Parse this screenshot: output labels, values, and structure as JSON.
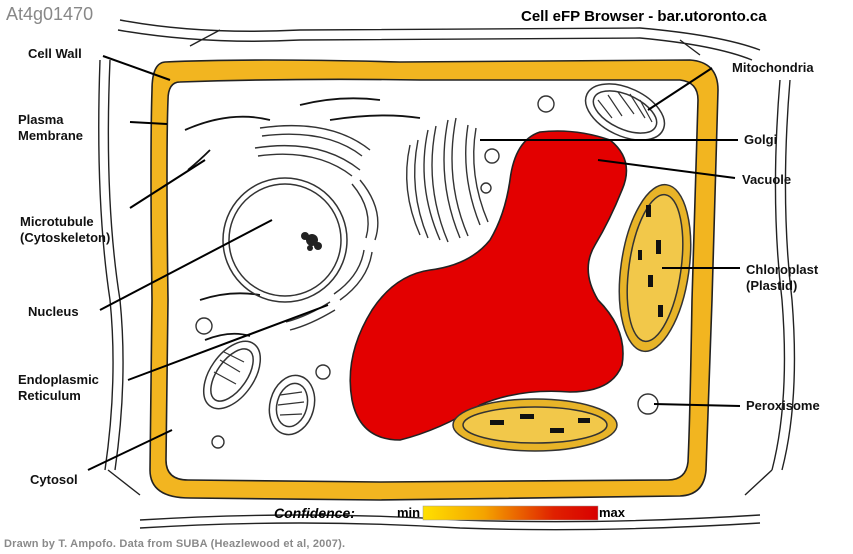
{
  "header": {
    "gene_id": "At4g01470",
    "brand": "Cell eFP Browser - bar.utoronto.ca"
  },
  "labels": {
    "cell_wall": "Cell Wall",
    "plasma_membrane": "Plasma\nMembrane",
    "microtubule": "Microtubule\n(Cytoskeleton)",
    "nucleus": "Nucleus",
    "er": "Endoplasmic\nReticulum",
    "cytosol": "Cytosol",
    "mitochondria": "Mitochondria",
    "golgi": "Golgi",
    "vacuole": "Vacuole",
    "chloroplast": "Chloroplast\n(Plastid)",
    "peroxisome": "Peroxisome"
  },
  "legend": {
    "title": "Confidence:",
    "min": "min",
    "max": "max",
    "gradient_colors": [
      "#ffe000",
      "#f4a300",
      "#e02000",
      "#d80000"
    ]
  },
  "compartment_colors": {
    "cell_wall": "#f2b520",
    "vacuole": "#e30000",
    "chloroplast": "#e8b428",
    "other": "#ffffff"
  },
  "credit": "Drawn by T. Ampofo. Data from SUBA (Heazlewood et al, 2007)."
}
